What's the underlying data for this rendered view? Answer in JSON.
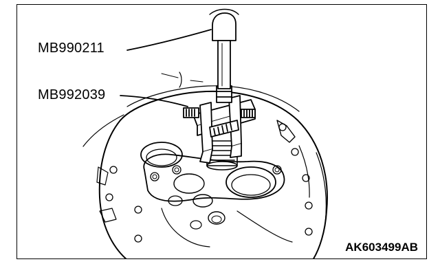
{
  "callouts": {
    "tool_1": "MB990211",
    "tool_2": "MB992039"
  },
  "figure_code": "AK603499AB"
}
